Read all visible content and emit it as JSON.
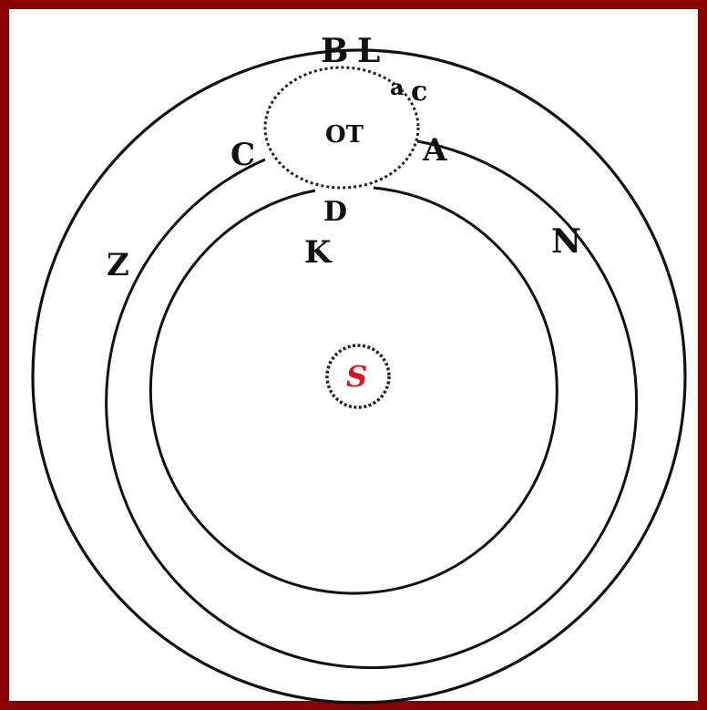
{
  "diagram": {
    "labels": {
      "B": "B",
      "L": "L",
      "c_small": "c",
      "a_small": "a",
      "OT": "OT",
      "C": "C",
      "A": "A",
      "D": "D",
      "K": "K",
      "N": "N",
      "Z": "Z",
      "S": "S"
    },
    "colors": {
      "border": "#8b0000",
      "paper": "#ffffff",
      "ink": "#111111",
      "sun_label": "#e0141e"
    }
  }
}
